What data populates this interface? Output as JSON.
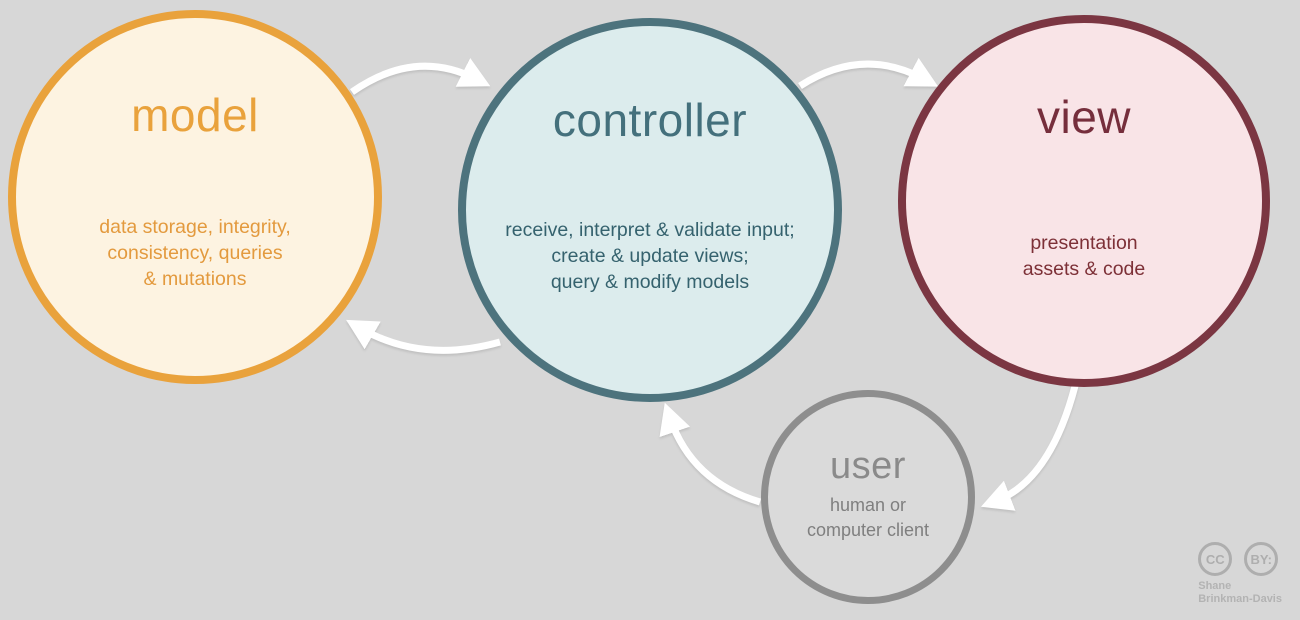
{
  "background_color": "#d7d7d7",
  "arrow_color": "#ffffff",
  "nodes": {
    "model": {
      "title": "model",
      "description": "data storage, integrity,\nconsistency, queries\n& mutations",
      "border_color": "#e9a23c",
      "fill_color": "#fdf3e1",
      "title_color": "#e9a23c",
      "description_color": "#e39a3e"
    },
    "controller": {
      "title": "controller",
      "description": "receive, interpret & validate input;\ncreate & update views;\nquery & modify models",
      "border_color": "#4d737d",
      "fill_color": "#dceced",
      "title_color": "#44707c",
      "description_color": "#35626e"
    },
    "view": {
      "title": "view",
      "description": "presentation\nassets & code",
      "border_color": "#7b3642",
      "fill_color": "#f9e4e7",
      "title_color": "#762e3c",
      "description_color": "#7d3037"
    },
    "user": {
      "title": "user",
      "description": "human or\ncomputer client",
      "border_color": "#8e8e8e",
      "fill_color": "#dadada",
      "title_color": "#8a8a8a",
      "description_color": "#7f7f7f"
    }
  },
  "flows": [
    "model-to-controller",
    "controller-to-view",
    "view-to-user",
    "user-to-controller",
    "controller-to-model"
  ],
  "footer": {
    "cc_label": "CC",
    "by_label": "BY:",
    "credit_line1": "Shane",
    "credit_line2": "Brinkman-Davis"
  }
}
